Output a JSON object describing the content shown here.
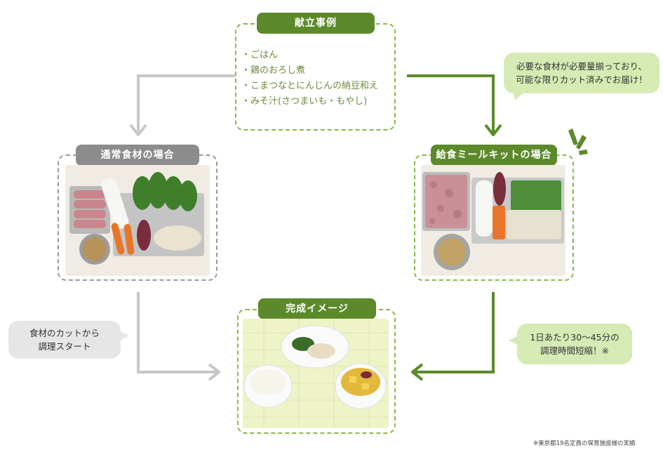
{
  "menu": {
    "title": "献立事例",
    "items": [
      "・ごはん",
      "・鶏のおろし煮",
      "・こまつなとにんじんの納豆和え",
      "・みそ汁(さつまいも・もやし)"
    ]
  },
  "normal": {
    "title": "通常食材の場合",
    "bubble_line1": "食材のカットから",
    "bubble_line2": "調理スタート"
  },
  "kit": {
    "title": "給食ミールキットの場合",
    "bubble_line1": "必要な食材が必要量揃っており、",
    "bubble_line2": "可能な限りカット済みでお届け！"
  },
  "result": {
    "title": "完成イメージ",
    "bubble_line1": "1日あたり30〜45分の",
    "bubble_line2": "調理時間短縮！※"
  },
  "footnote": "※東京都19名定員の保育施設様の実績",
  "colors": {
    "accent_green": "#5c8a2a",
    "light_green": "#d6ebb4",
    "dashed_green": "#8bb84a",
    "gray": "#8c8c8c",
    "arrow_gray": "#c8c8c8",
    "arrow_green": "#5c8a2a"
  }
}
